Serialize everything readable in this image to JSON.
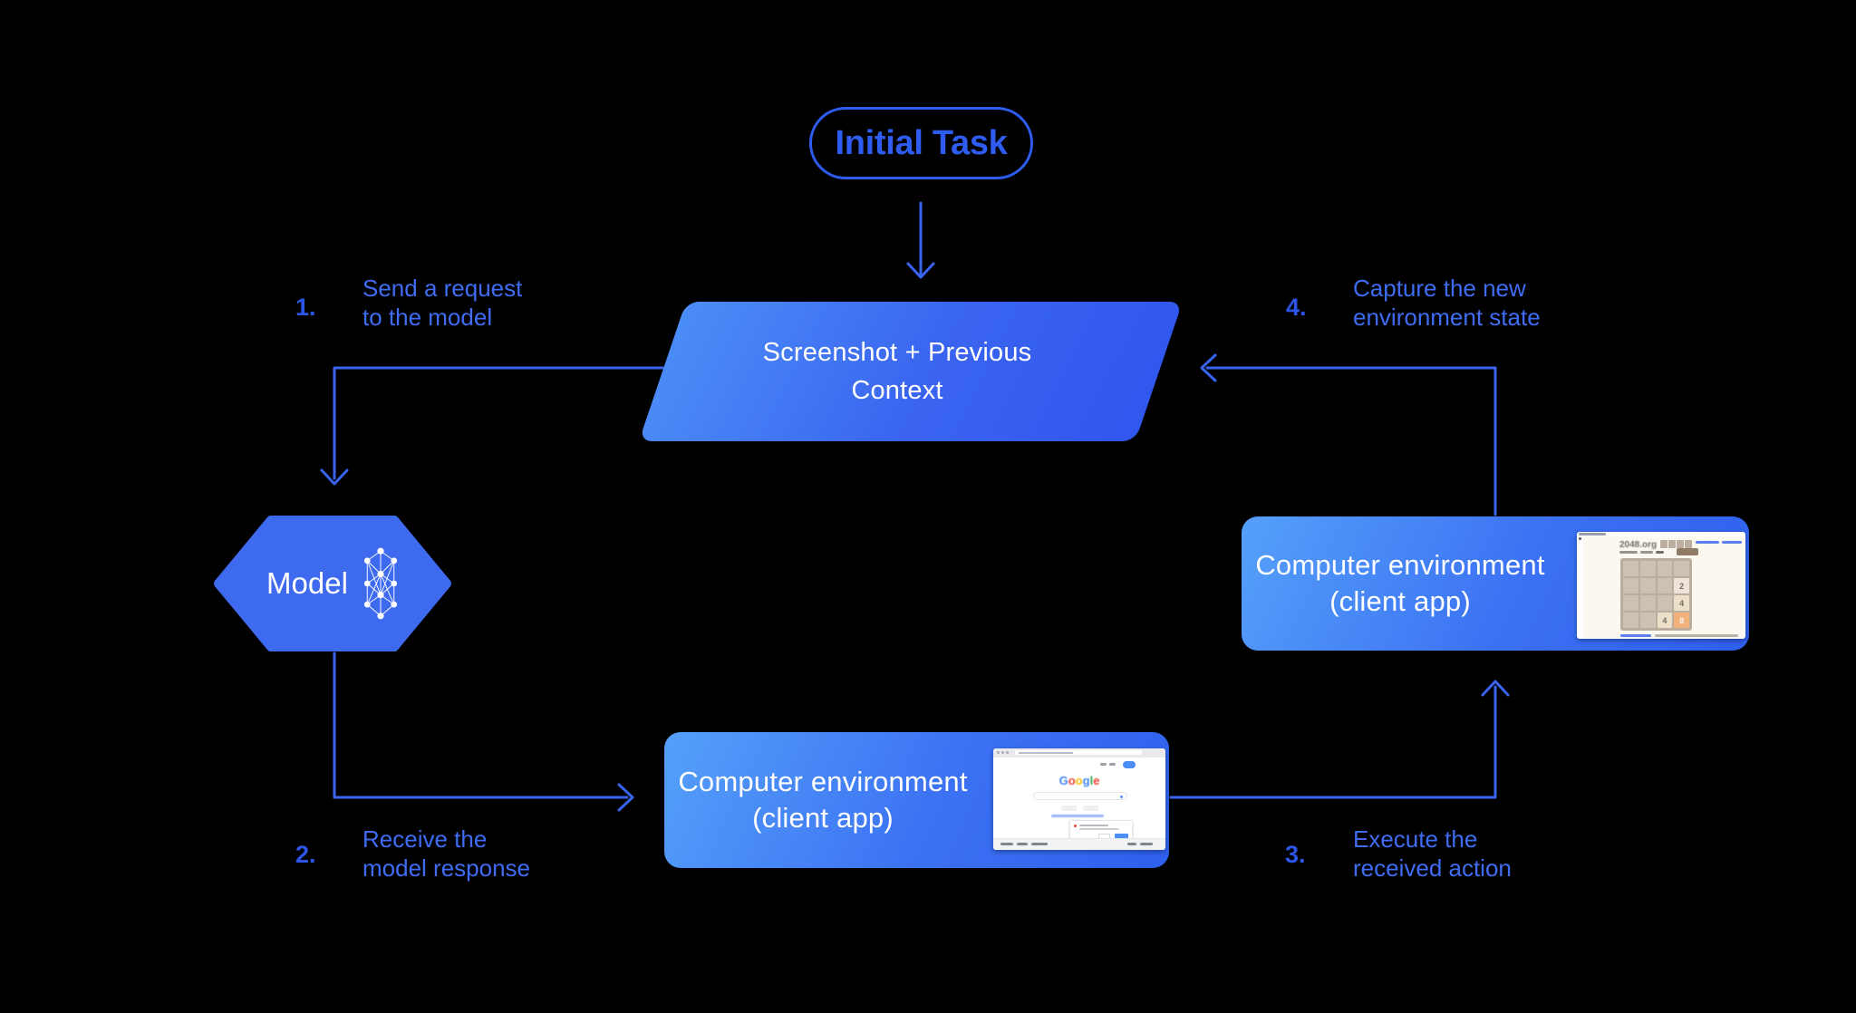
{
  "diagram": {
    "initial_task": "Initial Task",
    "screenshot_node": {
      "line1": "Screenshot + Previous",
      "line2": "Context"
    },
    "model_node": "Model",
    "env_bottom": {
      "line1": "Computer environment",
      "line2": "(client app)"
    },
    "env_right": {
      "line1": "Computer environment",
      "line2": "(client app)"
    },
    "steps": [
      {
        "num": "1.",
        "line1": "Send a request",
        "line2": "to the model"
      },
      {
        "num": "2.",
        "line1": "Receive the",
        "line2": "model response"
      },
      {
        "num": "3.",
        "line1": "Execute the",
        "line2": "received action"
      },
      {
        "num": "4.",
        "line1": "Capture the new",
        "line2": "environment state"
      }
    ]
  },
  "colors": {
    "background": "#000000",
    "connector_blue": "#3a63ee",
    "outline_blue": "#2e5cf0",
    "hexagon_fill": "#3e6af0",
    "box_gradient_light": "#55a0f9",
    "box_gradient_dark": "#2f5fee",
    "step_text_blue": "#3f6cf2",
    "node_text_white": "#ffffff"
  },
  "mini_google": {
    "logo_letters": [
      "G",
      "o",
      "o",
      "g",
      "l",
      "e"
    ],
    "logo_colors": [
      "#4285F4",
      "#EA4335",
      "#FBBC05",
      "#4285F4",
      "#34A853",
      "#EA4335"
    ]
  },
  "mini_2048": {
    "site": "2048.org",
    "tiles": [
      {
        "value": "2"
      },
      {
        "value": "4"
      },
      {
        "value": "4"
      },
      {
        "value": "8"
      }
    ],
    "tile_colors": {
      "2": "#eee4da",
      "4": "#ede0c8",
      "8": "#f2b179"
    }
  }
}
